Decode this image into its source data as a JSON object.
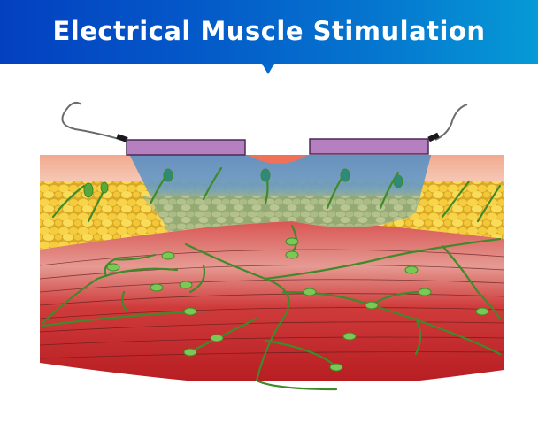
{
  "header": {
    "title": "Electrical Muscle Stimulation",
    "gradient_start": "#0340c0",
    "gradient_end": "#069ad6"
  },
  "illustration": {
    "subject": "tissue-cross-section-with-electrodes",
    "layers": [
      "skin",
      "subcutaneous-fat",
      "muscle",
      "nerves"
    ],
    "electrode_count": 2,
    "colors": {
      "electrode": "#b57fc0",
      "stimulated-zone": "#5f8fc0",
      "fat": "#f4cb3a",
      "muscle": "#c2262b",
      "nerve": "#5aa83a",
      "skin": "#f6c9b8"
    }
  }
}
